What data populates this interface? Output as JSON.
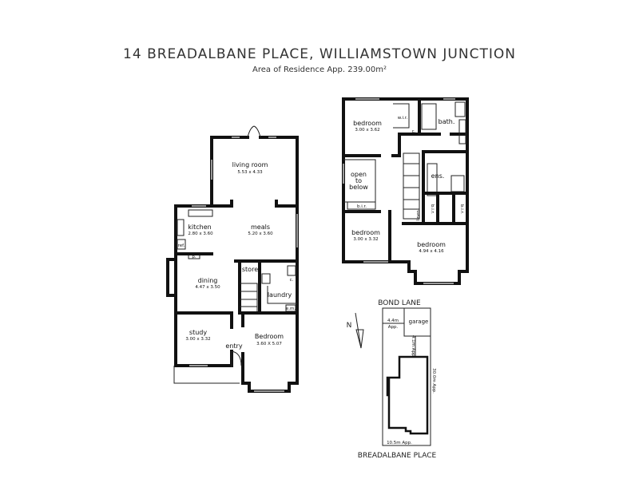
{
  "title": "14 BREADALBANE PLACE, WILLIAMSTOWN JUNCTION",
  "subtitle": "Area of Residence App. 239.00m²",
  "ground_floor": {
    "rooms": [
      {
        "name": "living room",
        "size": "5.53 x 4.33"
      },
      {
        "name": "kitchen",
        "size": "2.80 x 3.60"
      },
      {
        "name": "meals",
        "size": "5.20 x 3.60"
      },
      {
        "name": "dining",
        "size": "4.47 x 3.50"
      },
      {
        "name": "study",
        "size": "3.00 x 3.32"
      },
      {
        "name": "Bedroom",
        "size": "3.60 X 5.07"
      }
    ],
    "labels": {
      "store": "store",
      "laundry": "laundry",
      "entry": "entry",
      "ref": "ref.",
      "p": "p.",
      "c": "c.",
      "em": "e.m."
    }
  },
  "upper_floor": {
    "rooms": [
      {
        "name": "bedroom",
        "size": "3.00 x 3.62"
      },
      {
        "name": "bedroom",
        "size": "3.00 x 3.32"
      },
      {
        "name": "bedroom",
        "size": "4.94 x 4.16"
      }
    ],
    "labels": {
      "wir": "w.i.r.",
      "bath": "bath.",
      "ens": "ens.",
      "open": [
        "open",
        "to",
        "below"
      ],
      "bir": "b.i.r.",
      "linen": "linen",
      "c": "c."
    }
  },
  "site_plan": {
    "street_top": "BOND LANE",
    "street_bottom": "BREADALBANE PLACE",
    "garage": "garage",
    "north": "N",
    "dims": {
      "side": [
        "4.4m",
        "App."
      ],
      "rear": "4.1m App.",
      "depth": "30.0m App.",
      "width": "10.5m App."
    }
  }
}
